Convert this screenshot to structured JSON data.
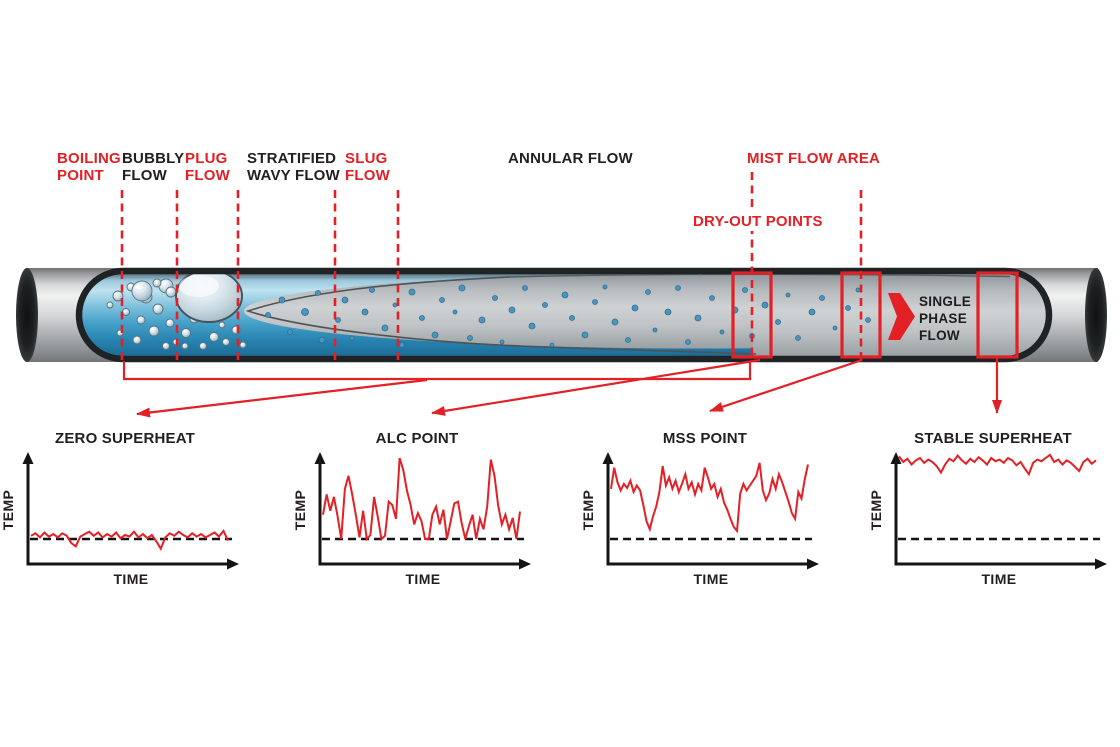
{
  "colors": {
    "red": "#e32026",
    "black": "#231f20",
    "liquid_blue": "#3a93be",
    "droplet_blue": "#4d94bd"
  },
  "flow_labels": {
    "boiling_point": "BOILING\nPOINT",
    "bubbly_flow": "BUBBLY\nFLOW",
    "plug_flow": "PLUG\nFLOW",
    "stratified_wavy_flow": "STRATIFIED\nWAVY FLOW",
    "slug_flow": "SLUG\nFLOW",
    "annular_flow": "ANNULAR FLOW",
    "mist_flow_area": "MIST FLOW AREA",
    "dry_out_points": "DRY-OUT POINTS",
    "single_phase_flow": "SINGLE\nPHASE\nFLOW"
  },
  "chart_data": [
    {
      "type": "line",
      "title": "ZERO SUPERHEAT",
      "xlabel": "TIME",
      "ylabel": "TEMP",
      "baseline": "dashed, trace oscillates on baseline",
      "values": [
        0.04,
        0.07,
        0.02,
        0.08,
        0.03,
        0.06,
        0.02,
        0.07,
        0.04,
        -0.05,
        -0.09,
        0.03,
        0.06,
        0.09,
        0.04,
        0.08,
        0.02,
        0.06,
        0.03,
        0.08,
        0.01,
        0.05,
        0.03,
        0.09,
        0.02,
        0.06,
        0.01,
        0.05,
        -0.03,
        -0.12,
        0.02,
        0.07,
        0.04,
        0.09,
        0.05,
        0.02,
        0.07,
        0.03,
        0.06,
        0.02,
        0.05,
        0.08,
        0.03,
        0.1,
        -0.02
      ]
    },
    {
      "type": "line",
      "title": "ALC POINT",
      "xlabel": "TIME",
      "ylabel": "TEMP",
      "baseline": "dashed, intermittent spikes from baseline",
      "values": [
        0.3,
        0.55,
        0.35,
        0.52,
        0.28,
        0,
        0.62,
        0.78,
        0.55,
        0.3,
        0.02,
        0.35,
        0,
        0.05,
        0.52,
        0.28,
        0,
        0.04,
        0.46,
        0.42,
        0.25,
        1.0,
        0.85,
        0.6,
        0.42,
        0.18,
        0.32,
        0.22,
        0,
        0,
        0.3,
        0.4,
        0.18,
        0.36,
        0,
        0.22,
        0.44,
        0.46,
        0.2,
        0,
        0.16,
        0.3,
        0,
        0.25,
        0.12,
        0.4,
        0.98,
        0.78,
        0.42,
        0.18,
        0.3,
        0.12,
        0.26,
        0,
        0.34
      ]
    },
    {
      "type": "line",
      "title": "MSS POINT",
      "xlabel": "TIME",
      "ylabel": "TEMP",
      "baseline": "dashed, trace fluctuates well above baseline with dips",
      "values": [
        0.62,
        0.88,
        0.7,
        0.6,
        0.68,
        0.63,
        0.72,
        0.58,
        0.66,
        0.6,
        0.42,
        0.22,
        0.12,
        0.28,
        0.4,
        0.58,
        0.9,
        0.66,
        0.76,
        0.62,
        0.72,
        0.58,
        0.68,
        0.8,
        0.62,
        0.7,
        0.55,
        0.68,
        0.6,
        0.88,
        0.76,
        0.62,
        0.68,
        0.52,
        0.62,
        0.45,
        0.36,
        0.25,
        0.15,
        0.1,
        0.56,
        0.68,
        0.6,
        0.66,
        0.72,
        0.78,
        0.94,
        0.6,
        0.48,
        0.56,
        0.74,
        0.62,
        0.8,
        0.7,
        0.58,
        0.46,
        0.32,
        0.25,
        0.58,
        0.5,
        0.74,
        0.92
      ]
    },
    {
      "type": "line",
      "title": "STABLE SUPERHEAT",
      "xlabel": "TIME",
      "ylabel": "TEMP",
      "baseline": "dashed, trace steady near top far above baseline",
      "values": [
        1.02,
        0.95,
        0.99,
        0.92,
        0.97,
        1.0,
        0.94,
        0.98,
        0.95,
        0.9,
        0.82,
        0.92,
        0.99,
        0.96,
        1.03,
        0.97,
        0.93,
        0.99,
        0.95,
        1.01,
        0.97,
        0.92,
        1.0,
        0.96,
        0.98,
        0.94,
        1.0,
        0.97,
        0.91,
        0.95,
        0.87,
        0.8,
        0.94,
        0.98,
        0.96,
        1.0,
        1.04,
        0.95,
        0.98,
        0.92,
        0.97,
        0.94,
        0.89,
        0.84,
        0.95,
        0.99,
        0.93,
        0.97
      ]
    }
  ]
}
